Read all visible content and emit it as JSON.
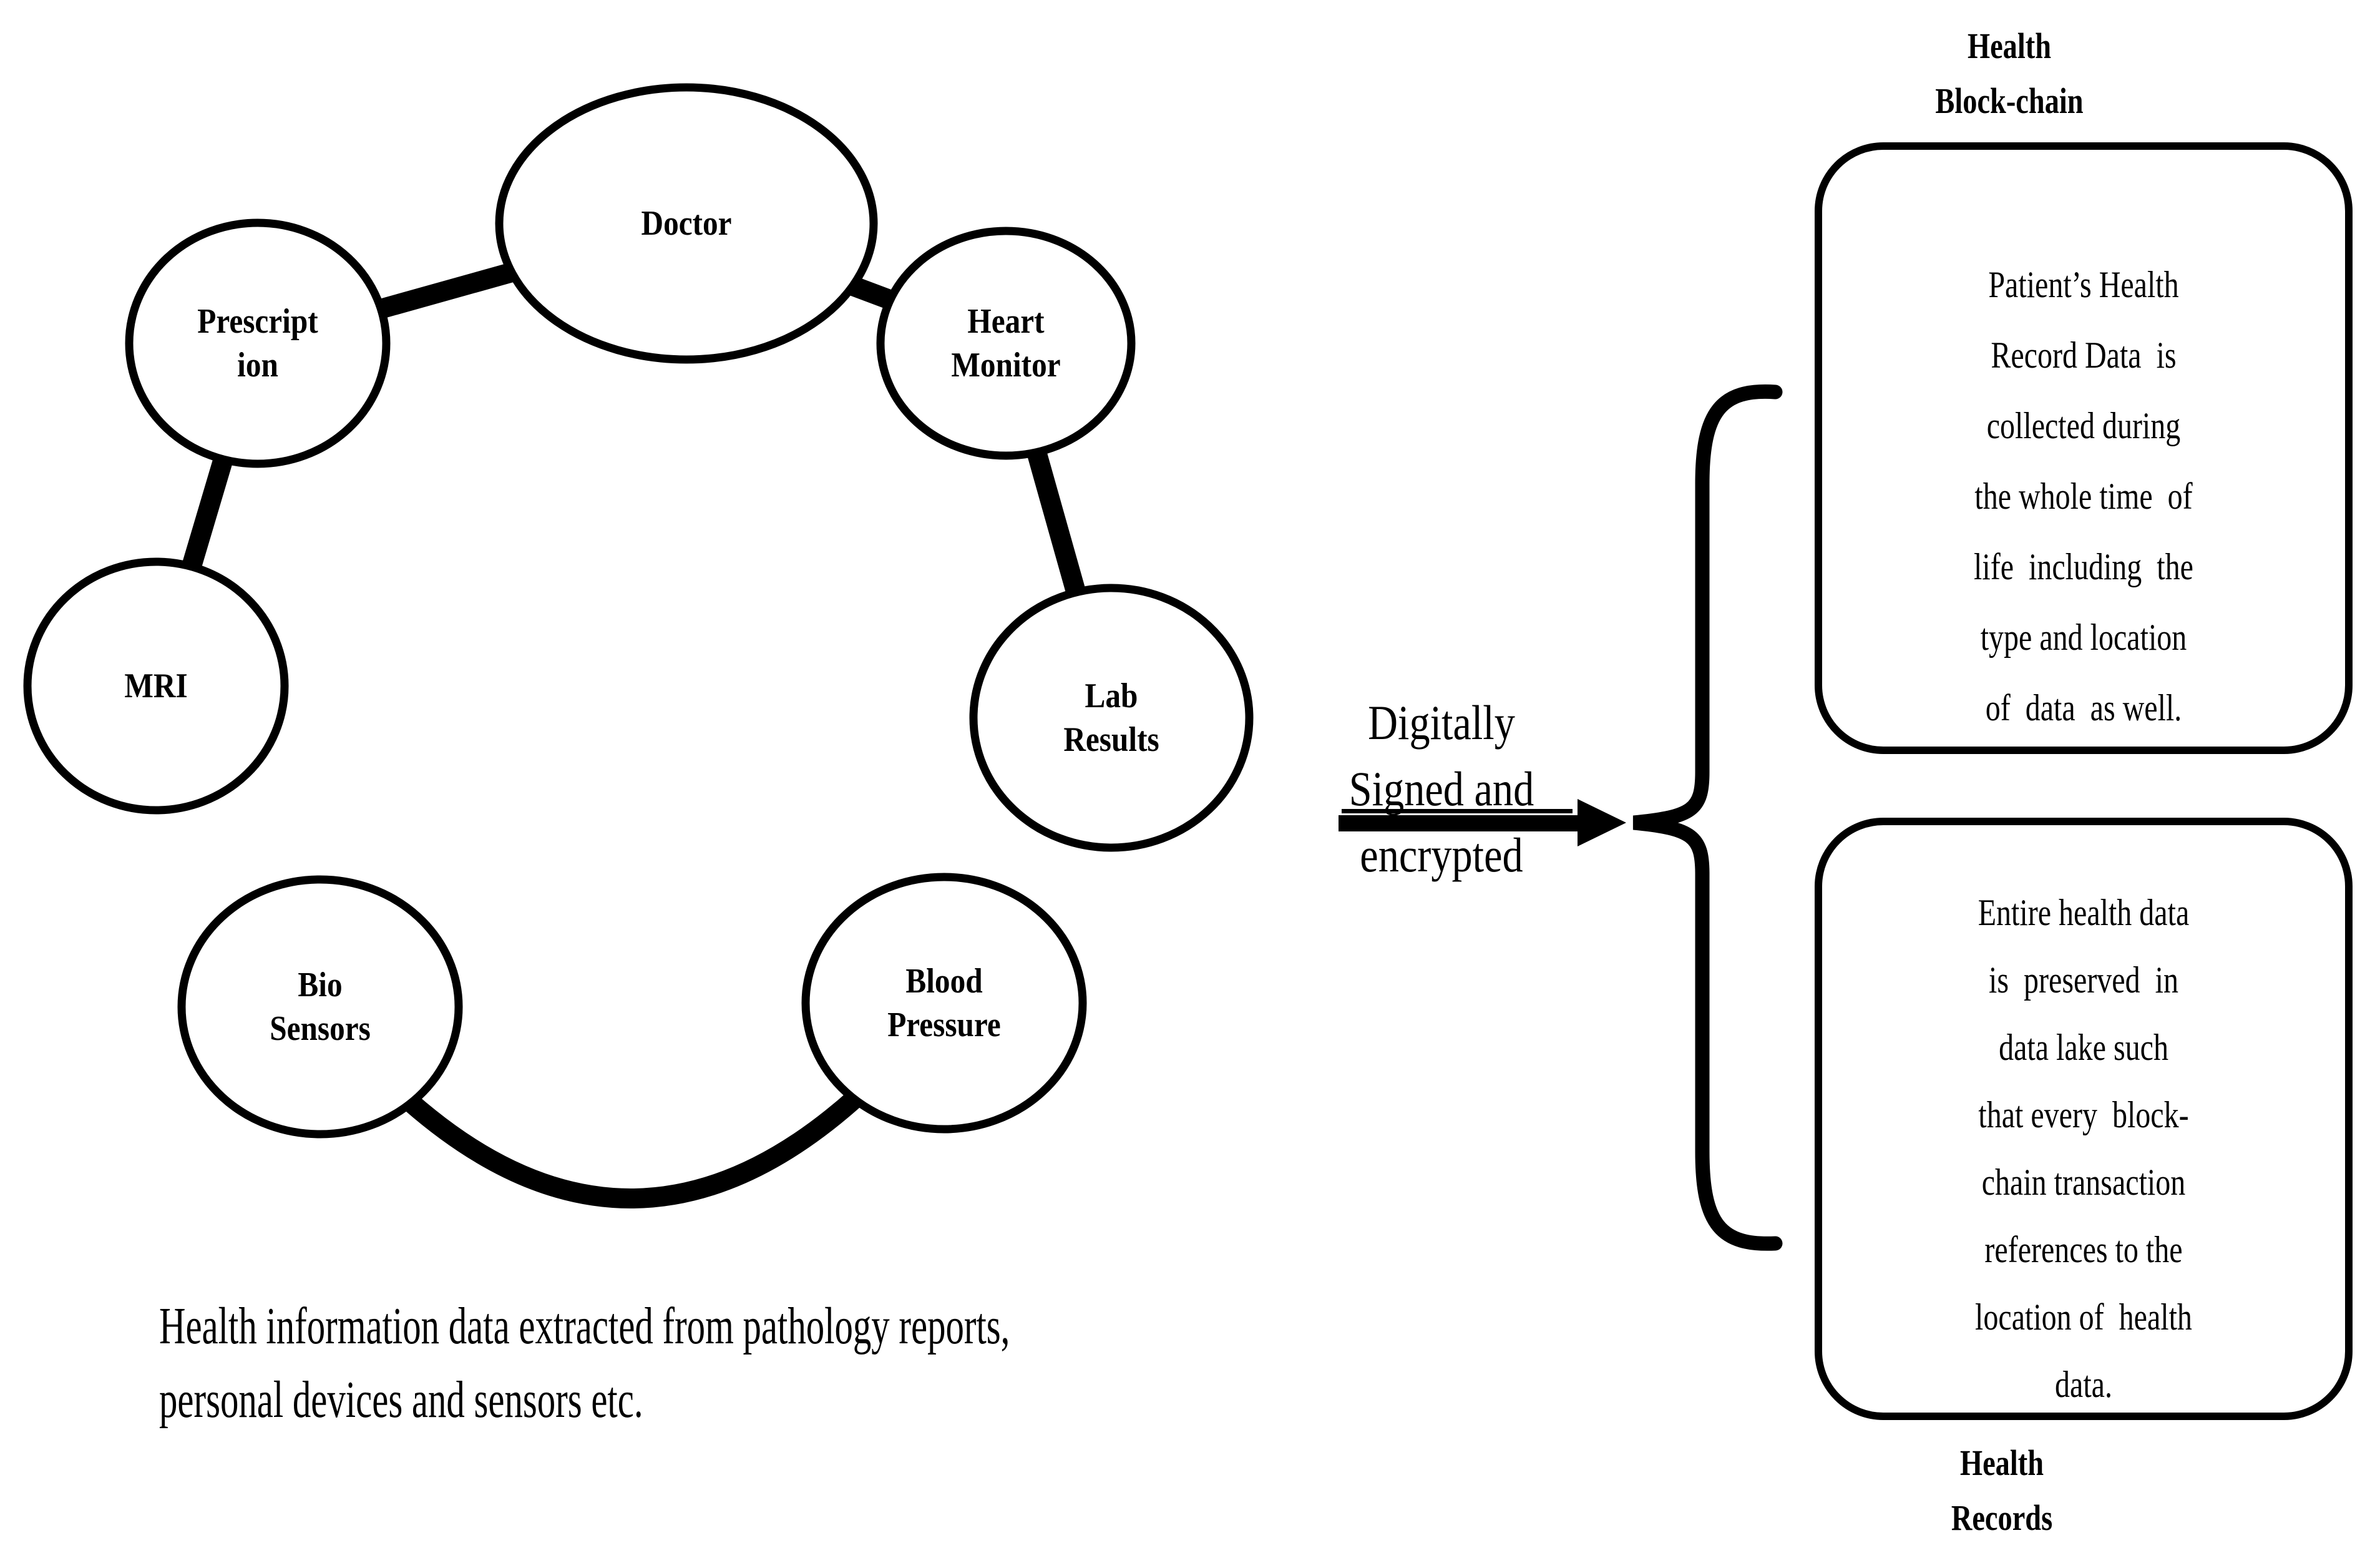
{
  "diagram": {
    "title_top_right": "Health\nBlock-chain",
    "title_bottom_right": "Health\nRecords",
    "nodes": [
      {
        "id": "doctor",
        "label": "Doctor"
      },
      {
        "id": "prescription",
        "label": "Prescript\nion"
      },
      {
        "id": "heart-monitor",
        "label": "Heart\nMonitor"
      },
      {
        "id": "mri",
        "label": "MRI"
      },
      {
        "id": "lab-results",
        "label": "Lab\nResults"
      },
      {
        "id": "bio-sensors",
        "label": "Bio\nSensors"
      },
      {
        "id": "blood-pressure",
        "label": "Blood\nPressure"
      }
    ],
    "arrow_label": "Digitally\nSigned and\nencrypted",
    "top_box_text": "Patient’s Health\nRecord Data  is\ncollected during\nthe whole time  of\nlife  including  the\ntype and location\nof  data  as well.",
    "bottom_box_text": "Entire health data\nis  preserved  in\ndata lake such\nthat every  block-\nchain transaction\nreferences to the\nlocation of  health\ndata.",
    "caption": "Health information data extracted from pathology reports,\npersonal devices and sensors etc.",
    "colors": {
      "ink": "#000000",
      "background": "#ffffff"
    }
  }
}
